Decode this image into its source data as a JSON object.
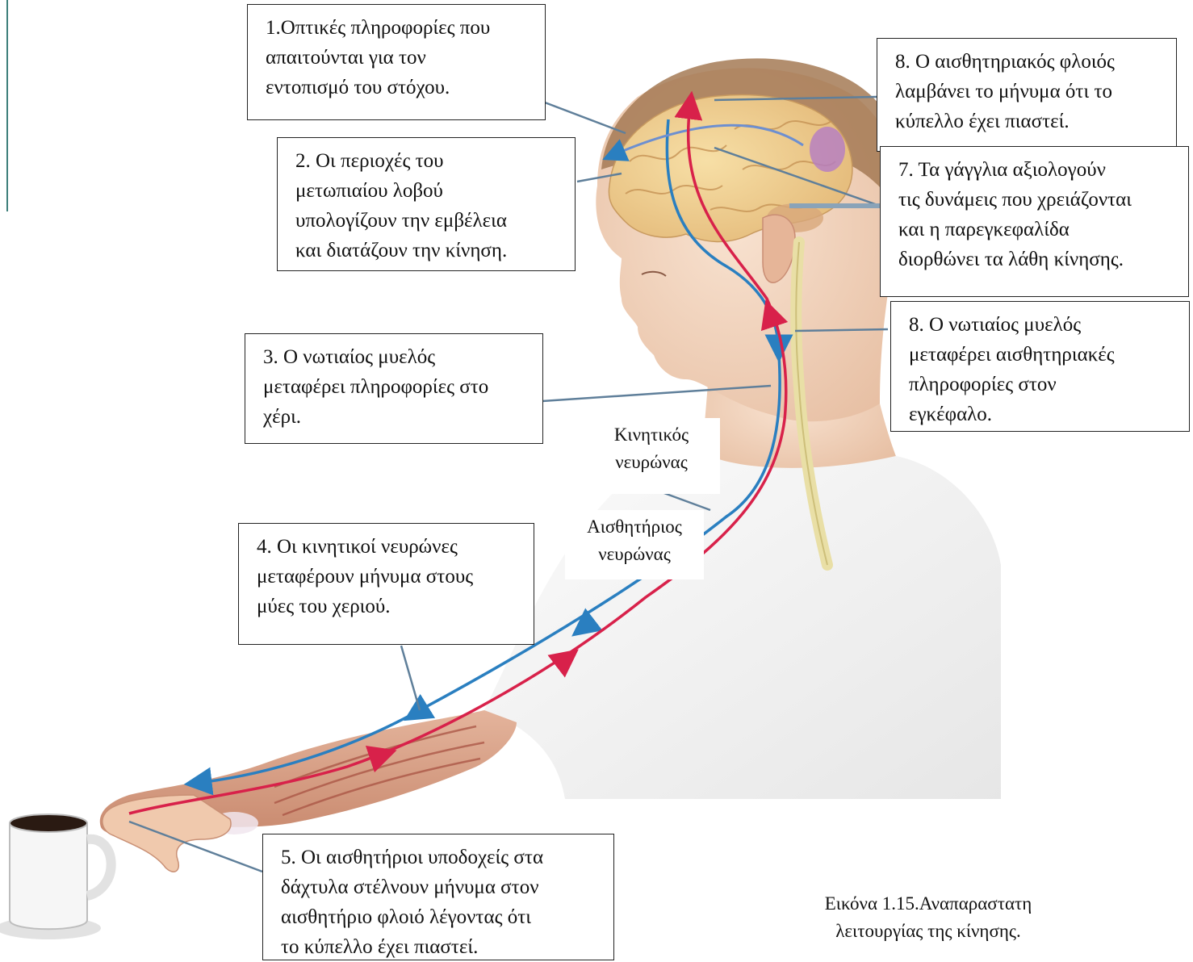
{
  "callouts": {
    "c1": {
      "lines": [
        "1.Οπτικές πληροφορίες που",
        "απαιτούνται για τον",
        "εντοπισμό του στόχου."
      ]
    },
    "c2": {
      "lines": [
        "2. Οι περιοχές του",
        "μετωπιαίου λοβού",
        "υπολογίζουν την εμβέλεια",
        "και διατάζουν την κίνηση."
      ]
    },
    "c3": {
      "lines": [
        "3. Ο νωτιαίος μυελός",
        "μεταφέρει πληροφορίες στο",
        "χέρι."
      ]
    },
    "c4": {
      "lines": [
        "4. Οι κινητικοί νευρώνες",
        "μεταφέρουν μήνυμα στους",
        "μύες του χεριού."
      ]
    },
    "c5": {
      "lines": [
        "5. Οι αισθητήριοι υποδοχείς στα",
        "δάχτυλα στέλνουν μήνυμα στον",
        "αισθητήριο φλοιό λέγοντας ότι",
        "το κύπελλο έχει πιαστεί."
      ]
    },
    "c7": {
      "lines": [
        "7. Τα γάγγλια αξιολογούν",
        "τις δυνάμεις που χρειάζονται",
        "και η παρεγκεφαλίδα",
        "διορθώνει τα λάθη κίνησης."
      ]
    },
    "c8a": {
      "lines": [
        "8. Ο αισθητηριακός φλοιός",
        "λαμβάνει το μήνυμα ότι το",
        "κύπελλο έχει πιαστεί."
      ]
    },
    "c8b": {
      "lines": [
        "8. Ο νωτιαίος μυελός",
        "μεταφέρει αισθητηριακές",
        "πληροφορίες στον",
        "εγκέφαλο."
      ]
    }
  },
  "labels": {
    "motor_neuron": [
      "Κινητικός",
      "νευρώνας"
    ],
    "sensory_neuron": [
      "Αισθητήριος",
      "νευρώνας"
    ]
  },
  "caption": [
    "Εικόνα 1.15.Αναπαραστατη",
    "λειτουργίας της κίνησης."
  ],
  "colors": {
    "motor_path": "#2a7fc0",
    "sensory_path": "#d8214a",
    "spinal_cord": "#e9dfa6",
    "skin": "#f3d6c0",
    "hair": "#a57a55",
    "brain": "#f1d08e",
    "muscle": "#c46a55",
    "leader_line": "#5f7f9a",
    "accent_bar": "#3d7f7a"
  }
}
